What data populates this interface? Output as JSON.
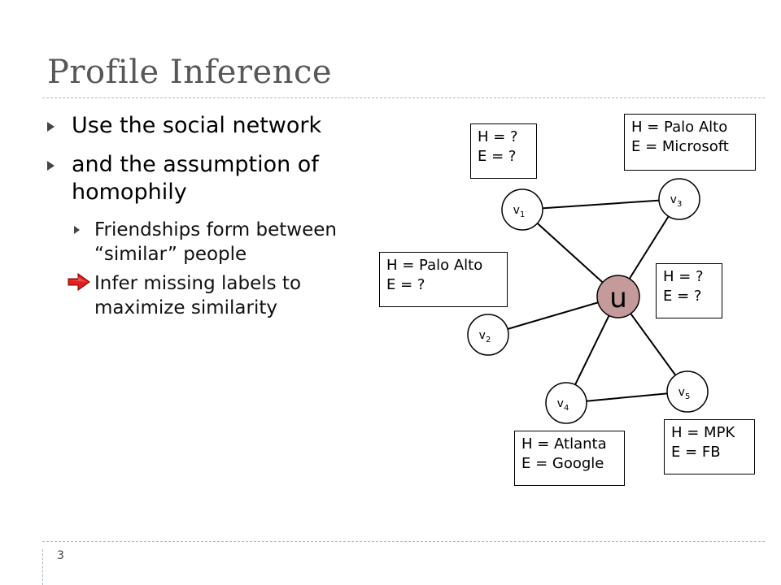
{
  "slide": {
    "title": "Profile Inference",
    "page_number": "3"
  },
  "bullets": {
    "level1": [
      "Use the social network",
      "and the assumption of homophily"
    ],
    "level2": [
      "Friendships form between “similar” people",
      "Infer missing labels to maximize similarity"
    ]
  },
  "nodes": {
    "u": "u",
    "v1": "v",
    "v1_sub": "1",
    "v2": "v",
    "v2_sub": "2",
    "v3": "v",
    "v3_sub": "3",
    "v4": "v",
    "v4_sub": "4",
    "v5": "v",
    "v5_sub": "5"
  },
  "labels": {
    "v1": [
      "H = ?",
      "E = ?"
    ],
    "v3": [
      "H = Palo Alto",
      "E = Microsoft"
    ],
    "v2": [
      "H = Palo Alto",
      "E = ?"
    ],
    "u": [
      "H = ?",
      "E = ?"
    ],
    "v4": [
      "H = Atlanta",
      "E = Google"
    ],
    "v5": [
      "H = MPK",
      "E = FB"
    ]
  },
  "colors": {
    "title": "#575757",
    "u_fill": "#c49a9a",
    "arrow": "#e02020"
  },
  "icons": {
    "bullet": "triangle-bullet-icon",
    "highlight": "red-arrow-icon"
  }
}
